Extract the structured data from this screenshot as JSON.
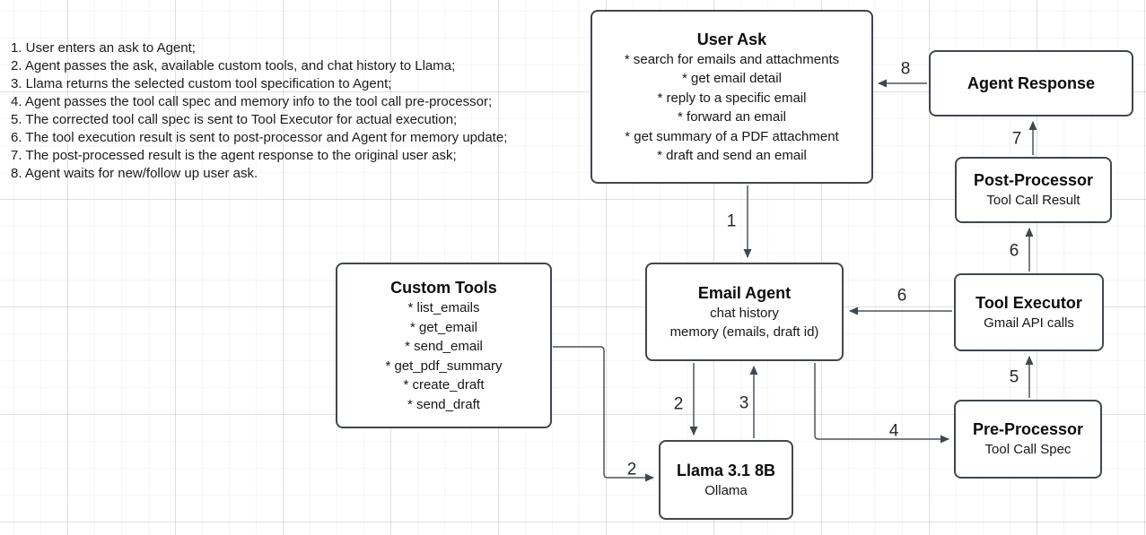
{
  "notes": {
    "items": [
      "1. User enters an ask to Agent;",
      "2. Agent passes the ask, available custom tools, and chat history to Llama;",
      "3. Llama returns the selected custom tool specification to Agent;",
      "4. Agent passes the tool call spec and memory info to the tool call pre-processor;",
      "5. The corrected tool call spec is sent to Tool Executor for actual execution;",
      "6. The tool execution result is sent to post-processor and Agent for memory update;",
      "7. The post-processed result is the agent response to the original user ask;",
      "8. Agent waits for new/follow up user ask."
    ]
  },
  "nodes": {
    "user_ask": {
      "title": "User Ask",
      "items": [
        "* search for emails and attachments",
        "* get email detail",
        "* reply to a specific email",
        "* forward an email",
        "* get summary of a PDF attachment",
        "* draft and send an email"
      ]
    },
    "agent_response": {
      "title": "Agent Response"
    },
    "post_processor": {
      "title": "Post-Processor",
      "subtitle": "Tool Call Result"
    },
    "tool_executor": {
      "title": "Tool Executor",
      "subtitle": "Gmail API calls"
    },
    "pre_processor": {
      "title": "Pre-Processor",
      "subtitle": "Tool Call Spec"
    },
    "email_agent": {
      "title": "Email Agent",
      "lines": [
        "chat history",
        "memory (emails, draft id)"
      ]
    },
    "custom_tools": {
      "title": "Custom Tools",
      "items": [
        "* list_emails",
        "* get_email",
        "* send_email",
        "* get_pdf_summary",
        "* create_draft",
        "* send_draft"
      ]
    },
    "llama": {
      "title": "Llama 3.1 8B",
      "subtitle": "Ollama"
    }
  },
  "edges": {
    "e1": {
      "label": "1"
    },
    "e2a": {
      "label": "2"
    },
    "e2b": {
      "label": "2"
    },
    "e3": {
      "label": "3"
    },
    "e4": {
      "label": "4"
    },
    "e5": {
      "label": "5"
    },
    "e6a": {
      "label": "6"
    },
    "e6b": {
      "label": "6"
    },
    "e7": {
      "label": "7"
    },
    "e8": {
      "label": "8"
    }
  },
  "colors": {
    "node_border": "#40474e",
    "connector": "#4d545a",
    "grid_line": "#ebebeb",
    "text": "#161719"
  }
}
